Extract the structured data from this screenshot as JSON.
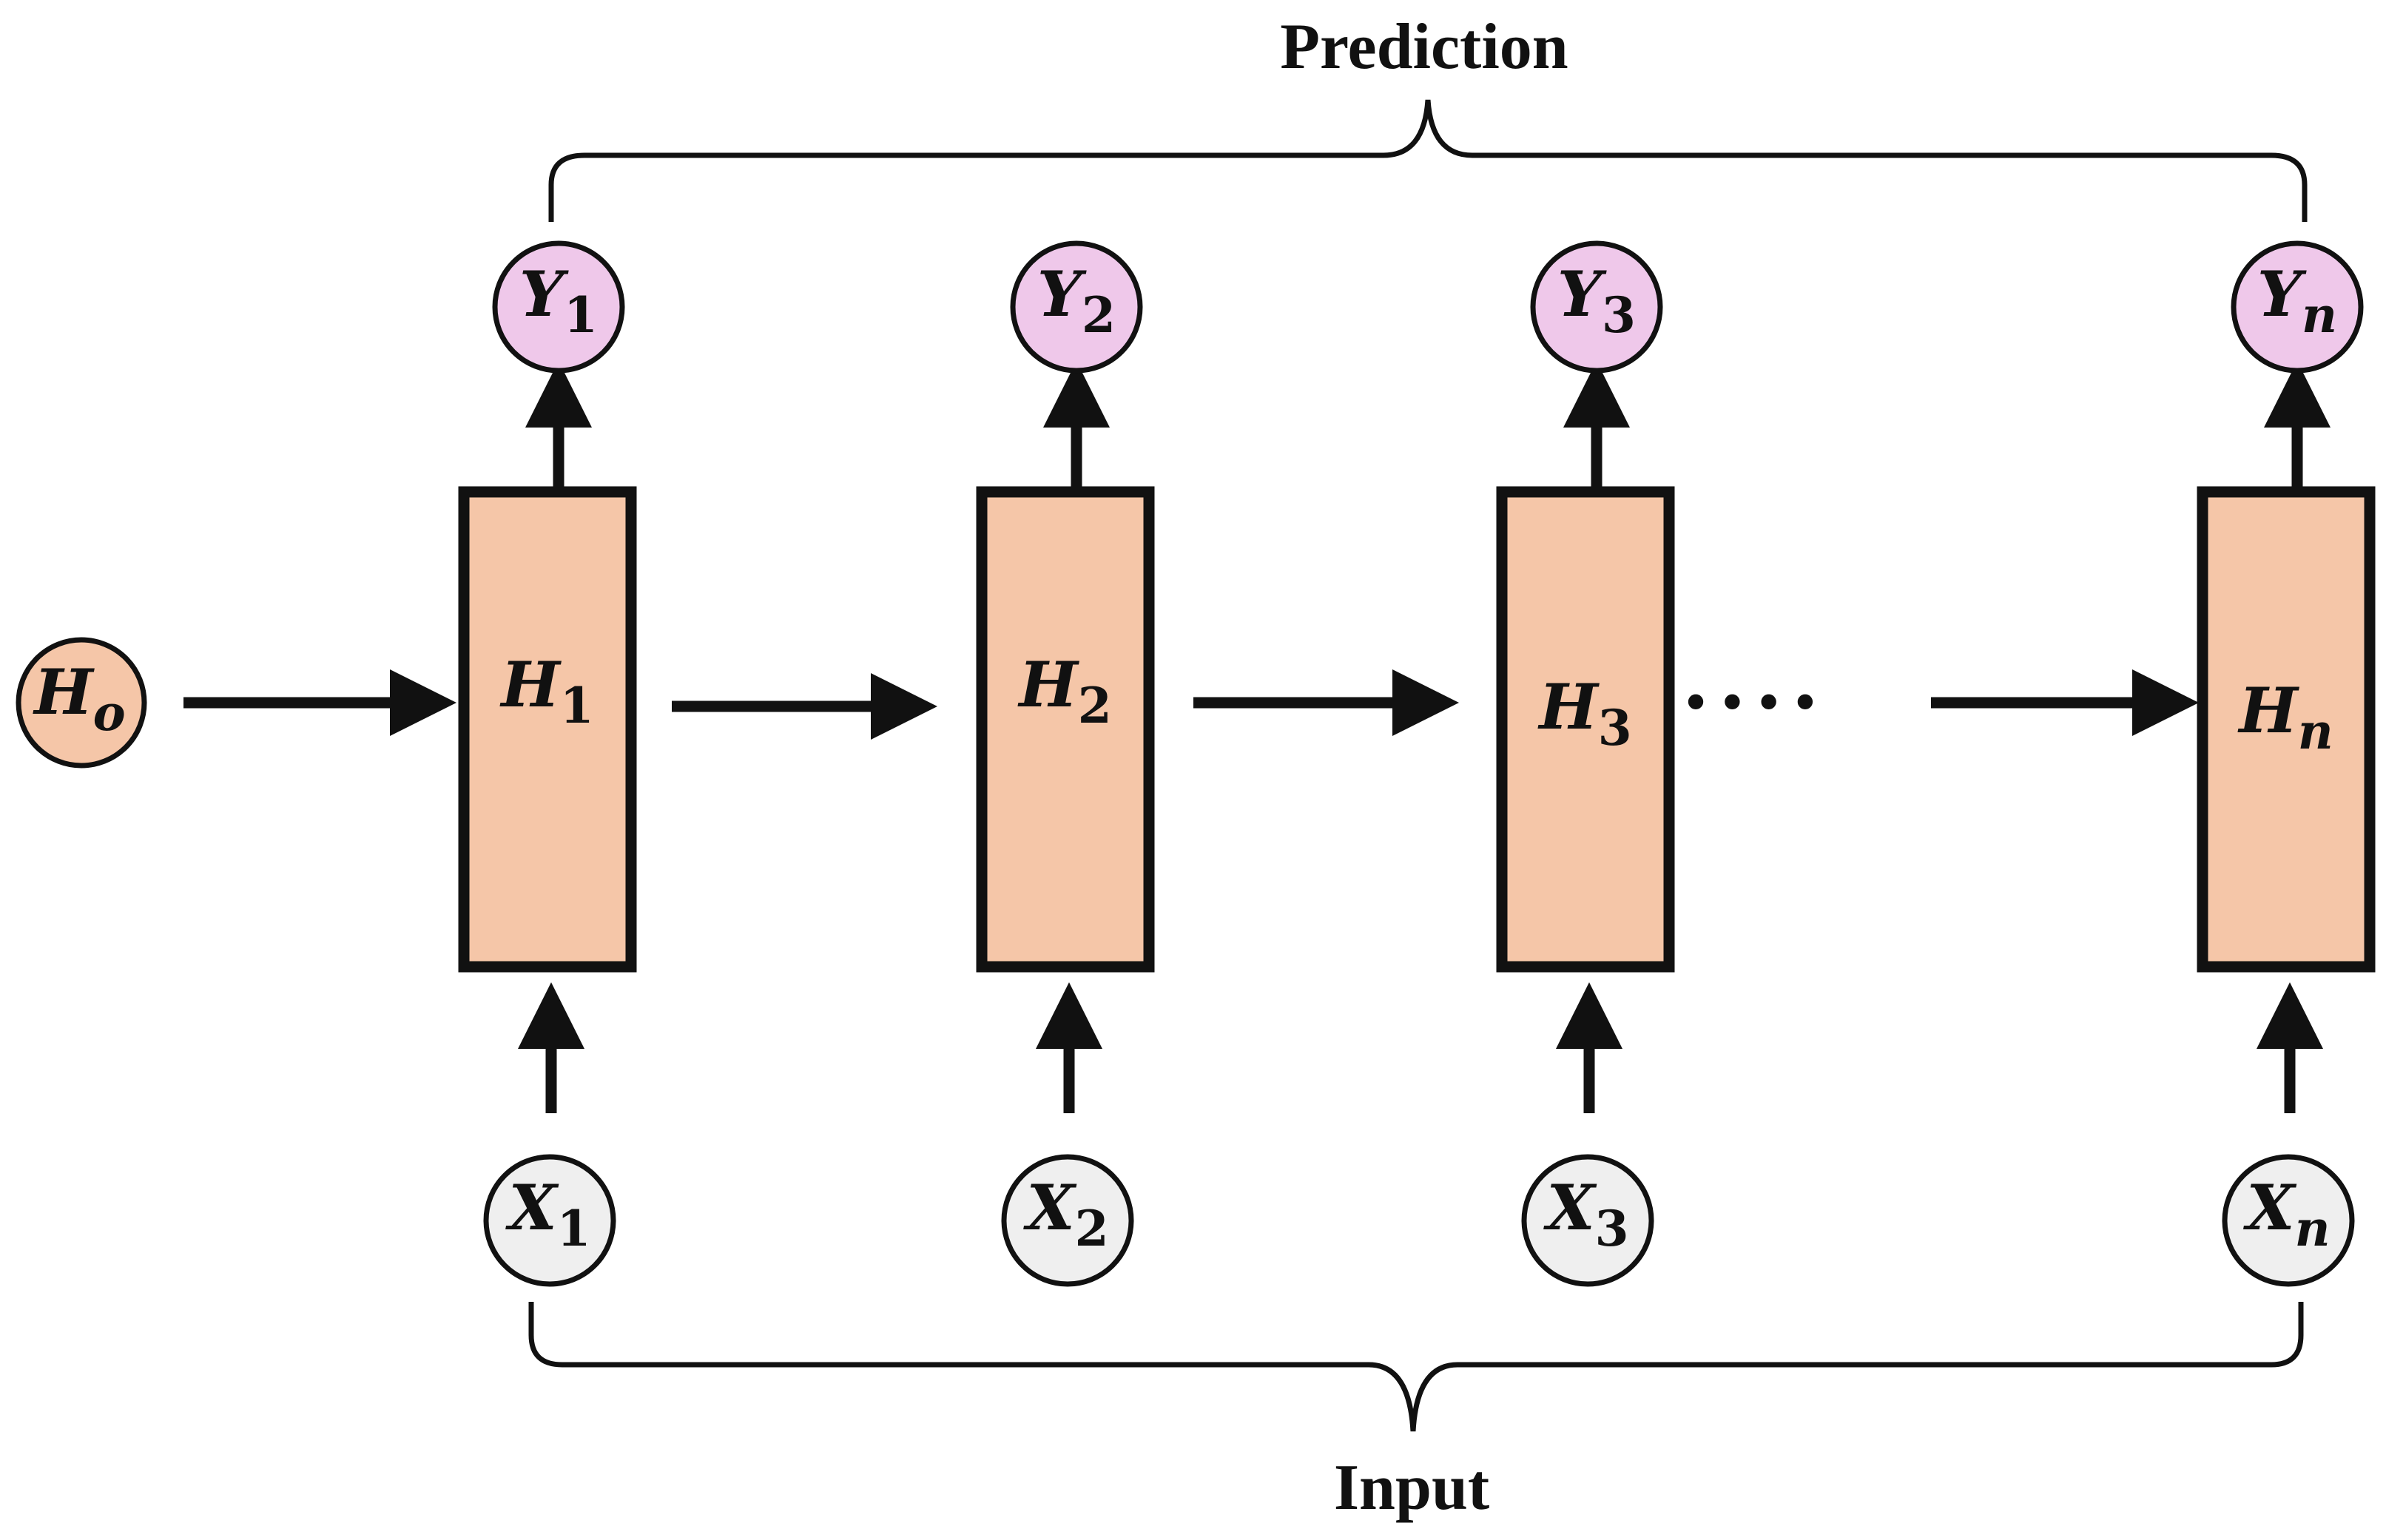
{
  "labels": {
    "prediction": "Prediction",
    "input": "Input",
    "h0": {
      "var": "H",
      "sub": "o"
    },
    "ellipsis": "••••"
  },
  "cells": [
    {
      "h": {
        "var": "H",
        "sub": "1"
      },
      "y": {
        "var": "Y",
        "sub": "1"
      },
      "x": {
        "var": "X",
        "sub": "1"
      }
    },
    {
      "h": {
        "var": "H",
        "sub": "2"
      },
      "y": {
        "var": "Y",
        "sub": "2"
      },
      "x": {
        "var": "X",
        "sub": "2"
      }
    },
    {
      "h": {
        "var": "H",
        "sub": "3"
      },
      "y": {
        "var": "Y",
        "sub": "3"
      },
      "x": {
        "var": "X",
        "sub": "3"
      }
    },
    {
      "h": {
        "var": "H",
        "sub": "n"
      },
      "y": {
        "var": "Y",
        "sub": "n"
      },
      "x": {
        "var": "X",
        "sub": "n"
      }
    }
  ],
  "colors": {
    "hidden_fill": "#F5C6A8",
    "output_fill": "#EFC8EA",
    "input_fill": "#EFEFEF",
    "stroke": "#111111"
  }
}
